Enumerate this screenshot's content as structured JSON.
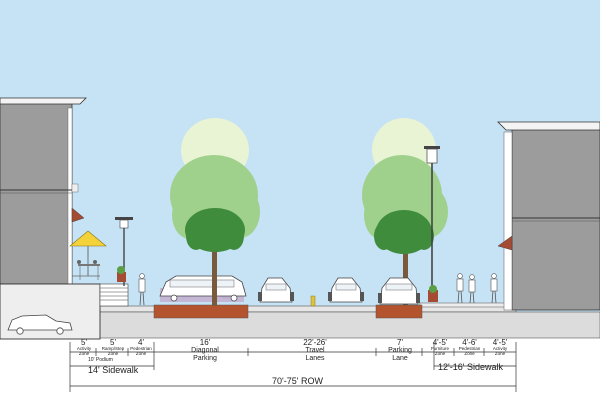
{
  "colors": {
    "sky": "#c6e2f5",
    "building": "#9c9c9c",
    "building_dark": "#7e7e7e",
    "ground": "#dcdcdc",
    "tree_light": "#e8f4d4",
    "tree_mid": "#9fd08c",
    "tree_dark": "#3f8c3c",
    "planter": "#b4542e",
    "flowers": "#b7a3c8"
  },
  "dimensions": {
    "left_activity": {
      "value": "5'",
      "label": "Activity",
      "sub": "Zone"
    },
    "left_ramp": {
      "value": "5'",
      "label": "",
      "sub": "Ramp/Step Zone"
    },
    "left_pedestrian": {
      "value": "4'",
      "label": "",
      "sub": "Pedestrian Zone"
    },
    "diagonal_parking": {
      "value": "16'",
      "label": "Diagonal",
      "sub": "Parking"
    },
    "travel_lanes": {
      "value": "22'-26'",
      "label": "Travel",
      "sub": "Lanes"
    },
    "parking_lane": {
      "value": "7'",
      "label": "Parking",
      "sub": "Lane"
    },
    "right_furniture": {
      "value": "4'-5'",
      "label": "",
      "sub": "Furniture Zone"
    },
    "right_pedestrian": {
      "value": "4'-6'",
      "label": "",
      "sub": "Pedestrian Zone"
    },
    "right_activity": {
      "value": "4'-5'",
      "label": "Activity",
      "sub": "Zone"
    }
  },
  "podium_note": "10' Podium",
  "left_sidewalk": "14' Sidewalk",
  "right_sidewalk": "12'-16' Sidewalk",
  "row_total": "70'-75' ROW"
}
